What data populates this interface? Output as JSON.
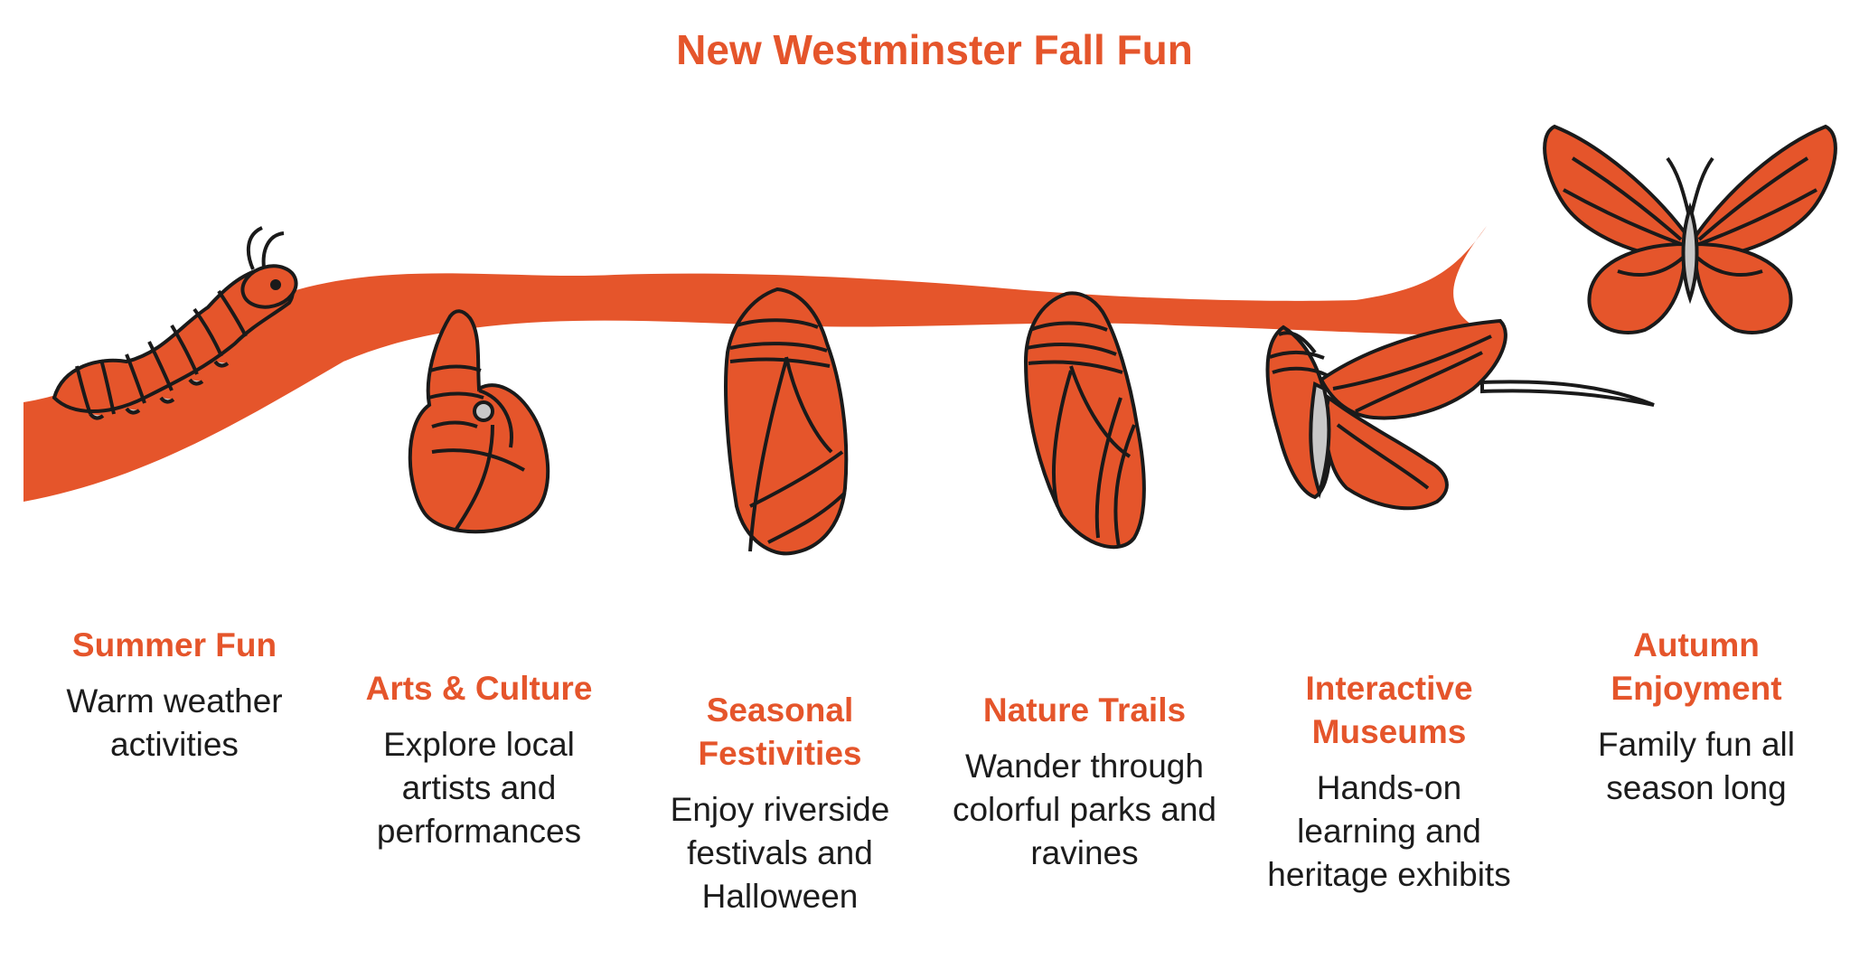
{
  "title": "New Westminster Fall Fun",
  "colors": {
    "accent": "#E5552B",
    "outline": "#1a1a1a",
    "body_gray": "#c8c8c8",
    "text": "#1c1c1c"
  },
  "stages": [
    {
      "title": "Summer Fun",
      "description": "Warm weather activities",
      "icon": "caterpillar-icon"
    },
    {
      "title": "Arts & Culture",
      "description": "Explore local artists and performances",
      "icon": "curled-caterpillar-icon"
    },
    {
      "title": "Seasonal Festivities",
      "description": "Enjoy riverside festivals and Halloween",
      "icon": "chrysalis-icon"
    },
    {
      "title": "Nature Trails",
      "description": "Wander through colorful parks and ravines",
      "icon": "chrysalis-icon"
    },
    {
      "title": "Interactive Museums",
      "description": "Hands-on learning and heritage exhibits",
      "icon": "emerging-butterfly-icon"
    },
    {
      "title": "Autumn Enjoyment",
      "description": "Family fun all season long",
      "icon": "butterfly-icon"
    }
  ]
}
